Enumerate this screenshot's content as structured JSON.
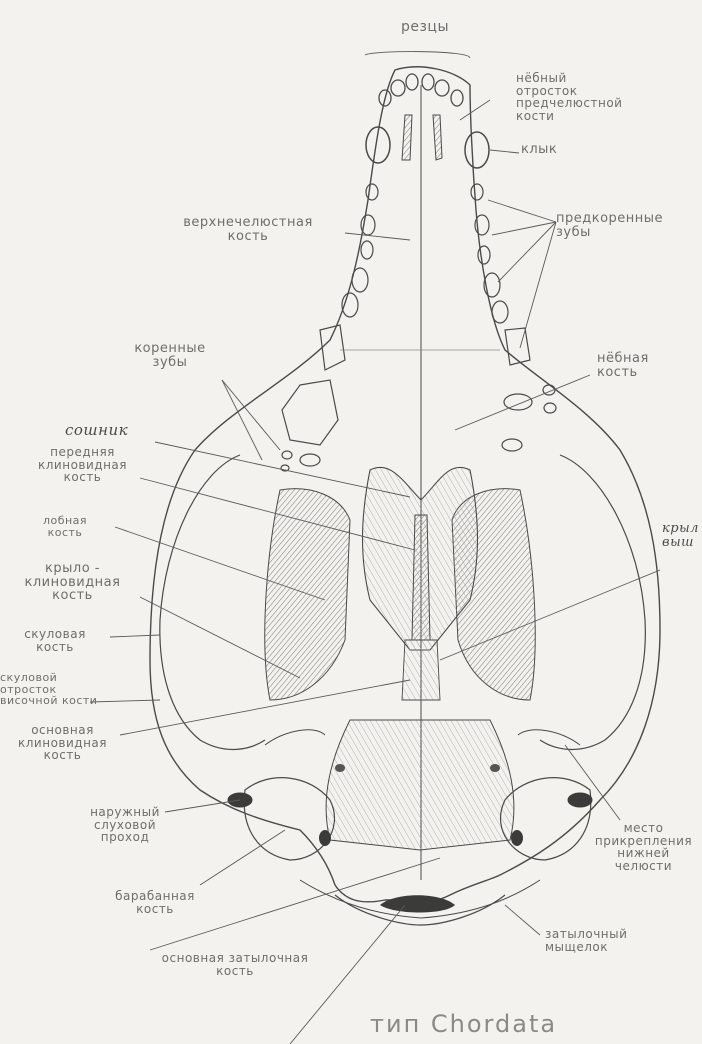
{
  "labels": {
    "incisors": "резцы",
    "palatine_process": "нёбный\nотросток\nпредчелюстной\nкости",
    "canine": "клык",
    "maxilla": "верхнечелюстная\nкость",
    "premolars": "предкоренные\nзубы",
    "molars": "коренные\nзубы",
    "palatine_bone": "нёбная\nкость",
    "vomer": "сошник",
    "presphenoid": "передняя\nклиновидная\nкость",
    "frontal": "лобная\nкость",
    "pterygoid": "крыло -\nклиновидная\nкость",
    "zygomatic": "скуловая\nкость",
    "zygomatic_process": "скуловой\nотросток\nвисочной кости",
    "basisphenoid": "основная\nклиновидная\nкость",
    "ear_canal": "наружный\nслуховой\nпроход",
    "tympanic": "барабанная\nкость",
    "basioccipital": "основная затылочная\nкость",
    "condyle": "затылочный\nмыщелок",
    "jaw_attachment": "место\nприкрепления\nнижней\nчелюсти",
    "cut_right": "крыл\nвыш",
    "phylum": "тип Chordata"
  },
  "colors": {
    "ink": "#6f6e6b",
    "pencil": "#4a4a48",
    "shade": "#8b8a87",
    "paper": "#f3f2ef"
  }
}
